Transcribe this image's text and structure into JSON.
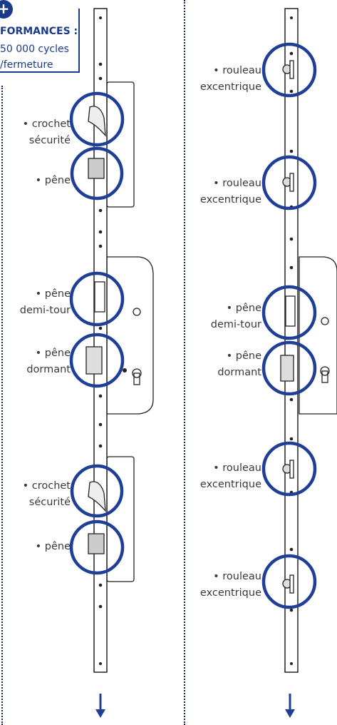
{
  "performance": {
    "badge": "+",
    "title": "FORMANCES :",
    "line1": "50 000 cycles",
    "line2": "/fermeture"
  },
  "left_strip": {
    "labels": [
      {
        "l1": "• crochet",
        "l2": "sécurité"
      },
      {
        "l1": "• pêne",
        "l2": ""
      },
      {
        "l1": "• pêne",
        "l2": "demi-tour"
      },
      {
        "l1": "• pêne",
        "l2": "dormant"
      },
      {
        "l1": "• crochet",
        "l2": "sécurité"
      },
      {
        "l1": "• pêne",
        "l2": ""
      }
    ]
  },
  "right_strip": {
    "labels": [
      {
        "l1": "• rouleau",
        "l2": "excentrique"
      },
      {
        "l1": "• rouleau",
        "l2": "excentrique"
      },
      {
        "l1": "• pêne",
        "l2": "demi-tour"
      },
      {
        "l1": "• pêne",
        "l2": "dormant"
      },
      {
        "l1": "• rouleau",
        "l2": "excentrique"
      },
      {
        "l1": "• rouleau",
        "l2": "excentrique"
      }
    ]
  },
  "colors": {
    "circle": "#1f3f96",
    "arrow": "#1f3f96",
    "outline": "#222222"
  }
}
